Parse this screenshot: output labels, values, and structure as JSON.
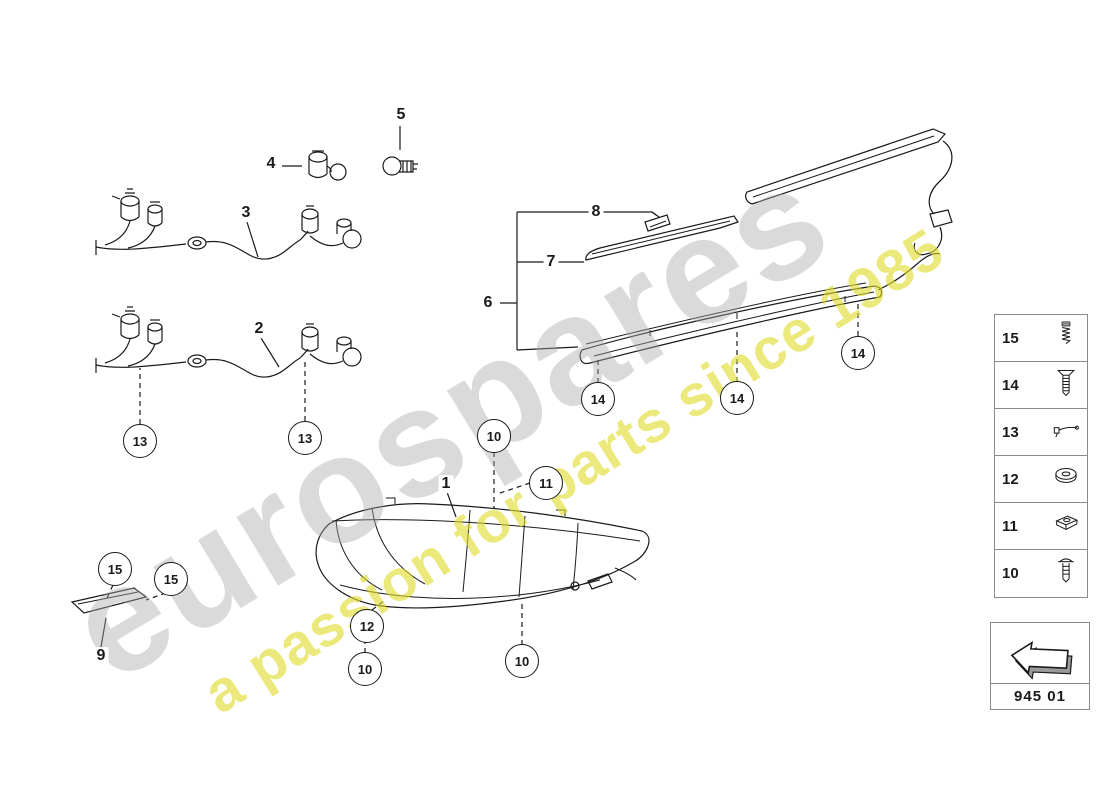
{
  "watermark": {
    "brand": "eurospares",
    "tagline": "a passion for parts since 1985"
  },
  "colors": {
    "line": "#1a1a1a",
    "watermark_gray": "#a8a8a8",
    "watermark_yellow": "#e0db2c"
  },
  "plain_labels": [
    {
      "text": "5"
    },
    {
      "text": "4"
    },
    {
      "text": "3"
    },
    {
      "text": "2"
    },
    {
      "text": "8"
    },
    {
      "text": "7"
    },
    {
      "text": "6"
    },
    {
      "text": "1"
    },
    {
      "text": "9"
    }
  ],
  "circle_callouts": [
    {
      "text": "13"
    },
    {
      "text": "13"
    },
    {
      "text": "14"
    },
    {
      "text": "14"
    },
    {
      "text": "14"
    },
    {
      "text": "10"
    },
    {
      "text": "11"
    },
    {
      "text": "12"
    },
    {
      "text": "10"
    },
    {
      "text": "10"
    },
    {
      "text": "15"
    },
    {
      "text": "15"
    }
  ],
  "legend": {
    "items": [
      {
        "num": "15",
        "icon": "screw"
      },
      {
        "num": "14",
        "icon": "countersunk-screw"
      },
      {
        "num": "13",
        "icon": "cable-tie"
      },
      {
        "num": "12",
        "icon": "washer"
      },
      {
        "num": "11",
        "icon": "clip-nut"
      },
      {
        "num": "10",
        "icon": "push-rivet"
      }
    ]
  },
  "nav": {
    "code": "945 01"
  }
}
